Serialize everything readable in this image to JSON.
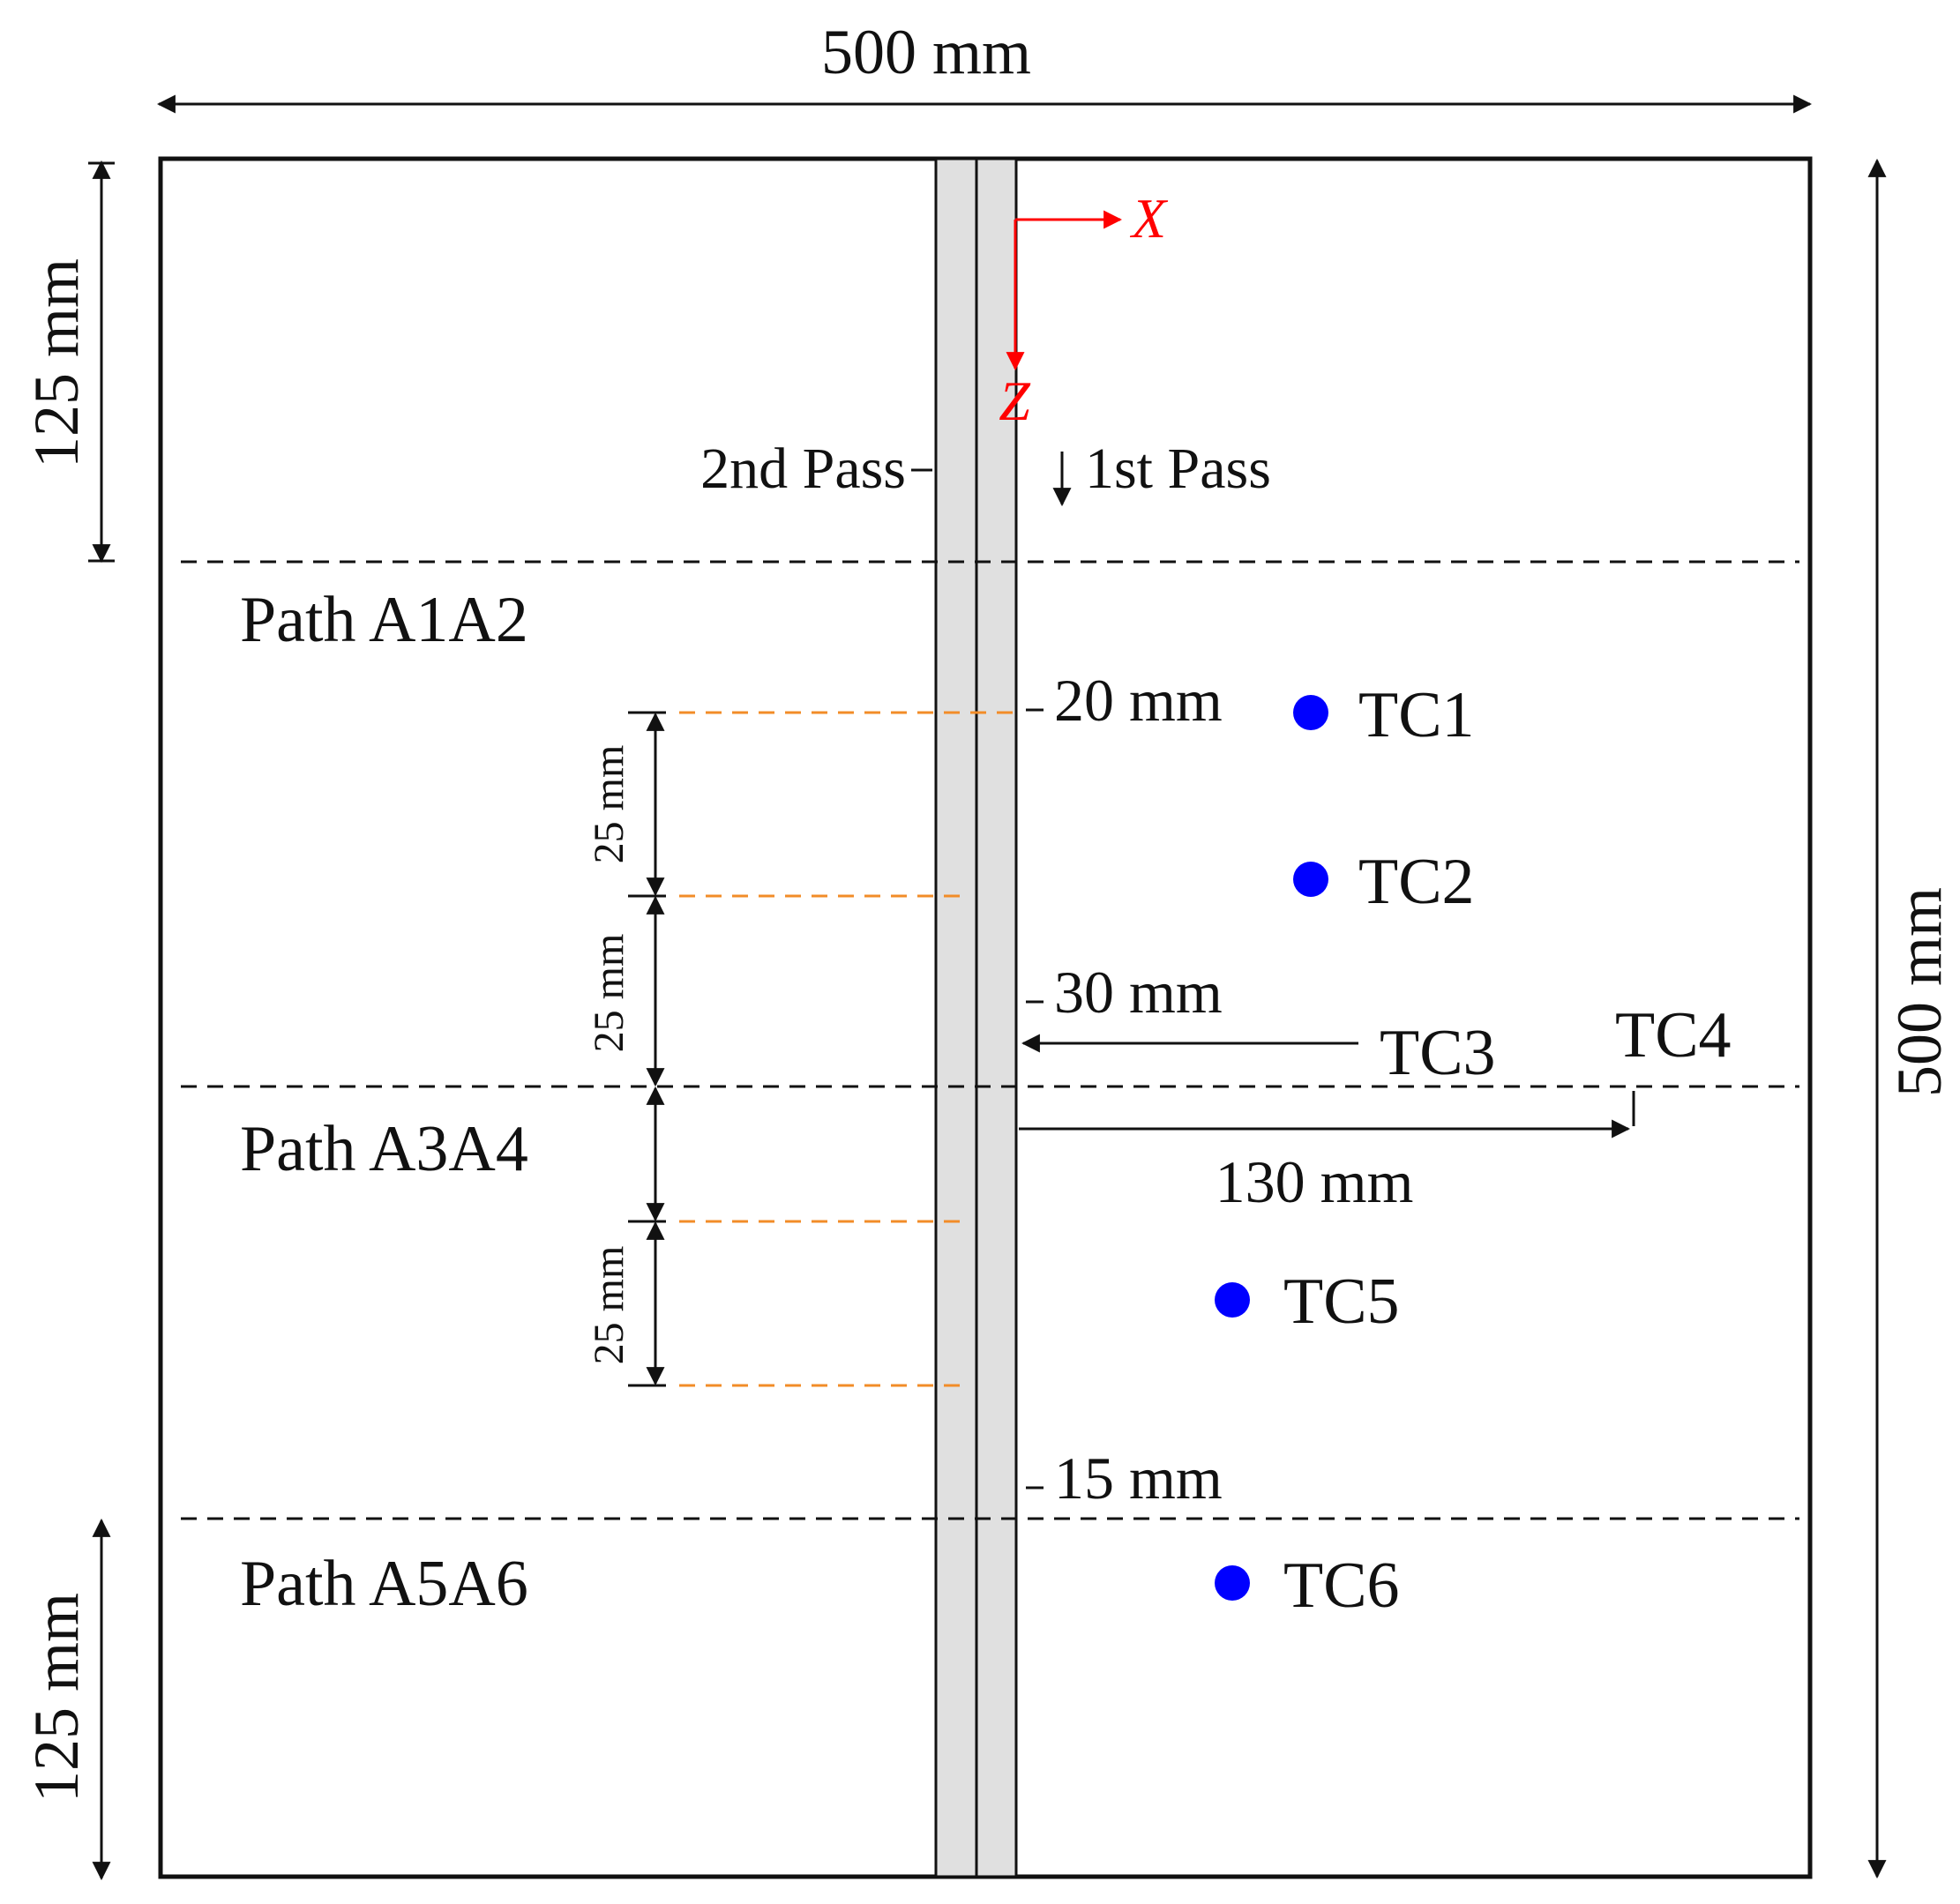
{
  "dims": {
    "width_top": "500 mm",
    "height_right": "500 mm",
    "top_left": "125 mm",
    "bottom_left": "125 mm"
  },
  "axes": {
    "x_label": "X",
    "z_label": "Z",
    "color": "#ff0000"
  },
  "passes": {
    "first": "1st Pass",
    "second": "2nd Pass"
  },
  "paths": {
    "a1a2": "Path A1A2",
    "a3a4": "Path A3A4",
    "a5a6": "Path A5A6"
  },
  "spacings": {
    "s1": "25 mm",
    "s2": "25 mm",
    "s3": "25 mm"
  },
  "offsets": {
    "tc1_2": "20 mm",
    "tc3_4": "30 mm",
    "tc5_6": "15 mm",
    "tc4_x": "130 mm"
  },
  "thermocouples": {
    "tc1": "TC1",
    "tc2": "TC2",
    "tc3": "TC3",
    "tc4": "TC4",
    "tc5": "TC5",
    "tc6": "TC6",
    "dot_color": "#0000ff"
  },
  "colors": {
    "weld_fill": "#e0e0e0",
    "extraction_line": "#f28c28"
  }
}
